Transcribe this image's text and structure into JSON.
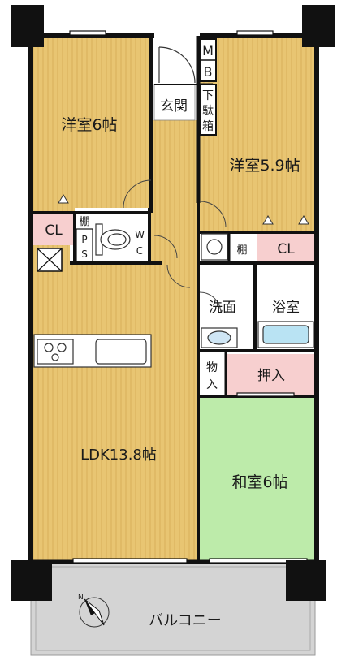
{
  "rooms": {
    "western_room_a": "洋室6帖",
    "western_room_b": "洋室5.9帖",
    "entrance": "玄関",
    "meter_box_m": "M",
    "meter_box_b": "B",
    "shoe_box_1": "下",
    "shoe_box_2": "駄",
    "shoe_box_3": "箱",
    "closet_a": "CL",
    "closet_b": "CL",
    "shelf_a": "棚",
    "shelf_b": "棚",
    "pipe_space_p": "P",
    "pipe_space_s": "S",
    "wc_w": "W",
    "wc_c": "C",
    "washroom": "洗面",
    "bathroom": "浴室",
    "storage_1": "物",
    "storage_2": "入",
    "oshiire": "押入",
    "ldk": "LDK13.8帖",
    "japanese_room": "和室6帖",
    "balcony": "バルコニー"
  },
  "colors": {
    "wood_floor": "#E8C572",
    "wood_line": "#D9AE5A",
    "tatami": "#BDEBAA",
    "closet_pink": "#F7CFCF",
    "wall": "#111111",
    "balcony": "#D4D4D4",
    "white": "#FFFFFF"
  },
  "icons": [
    "compass-icon",
    "stove-icon",
    "sink-icon",
    "toilet-icon",
    "bathtub-icon",
    "washbasin-icon",
    "washer-icon",
    "vent-icon"
  ]
}
